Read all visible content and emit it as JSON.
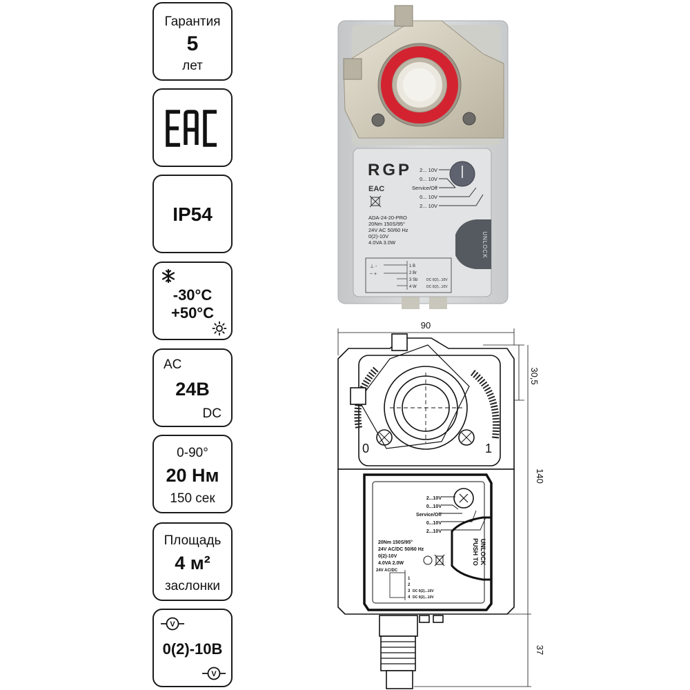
{
  "badges": {
    "warranty": {
      "label": "Гарантия",
      "value": "5",
      "unit": "лет"
    },
    "cert": {
      "logo": "EAC"
    },
    "protection": {
      "value": "IP54"
    },
    "temperature": {
      "min": "-30°C",
      "max": "+50°C",
      "icons": [
        "snowflake-icon",
        "sun-icon"
      ]
    },
    "voltage": {
      "top": "AC",
      "value": "24В",
      "bottom": "DC"
    },
    "torque": {
      "angle": "0-90°",
      "value": "20 Нм",
      "time": "150 сек"
    },
    "area": {
      "label": "Площадь",
      "value": "4 м²",
      "unit": "заслонки"
    },
    "signal": {
      "value": "0(2)-10В",
      "icons": [
        "voltmeter-icon",
        "voltmeter-icon"
      ]
    }
  },
  "photo": {
    "brand": "RGP",
    "cert": "EAC",
    "spec_lines": [
      "ADA-24-20-PRO",
      "20Nm 150S/95°",
      "24V AC 50/60 Hz",
      "0(2)-10V",
      "4.0VA 3.0W"
    ],
    "switch_labels": [
      "2... 10V",
      "0... 10V",
      "Service/Off",
      "0... 10V",
      "2... 10V"
    ],
    "wires": [
      "1 B",
      "2 Br",
      "3 Sb",
      "4 W"
    ],
    "wire_signals": [
      "DC 0(2)...10V",
      "DC 0(2)...10V"
    ],
    "wire_symbols": [
      "⊥ -",
      "~ +"
    ],
    "unlock": "UNLOCK"
  },
  "drawing": {
    "dims": {
      "width": "90",
      "top": "30,5",
      "height": "140",
      "cable": "37"
    },
    "scale": {
      "left": "0",
      "right": "1"
    },
    "switch_labels": [
      "2...10V",
      "0...10V",
      "Service/Off",
      "0...10V",
      "2...10V"
    ],
    "spec_lines": [
      "20Nm  150S/95°",
      "24V AC/DC  50/60 Hz",
      "0(2)-10V",
      "4.0VA  2.0W"
    ],
    "wiring_title": "24V AC/DC",
    "wires": [
      "1",
      "2",
      "3",
      "4"
    ],
    "wire_signals": [
      "DC 0(2)...10V",
      "DC 0(2)...10V"
    ],
    "unlock_lines": [
      "PUSH TO",
      "UNLOCK"
    ]
  }
}
